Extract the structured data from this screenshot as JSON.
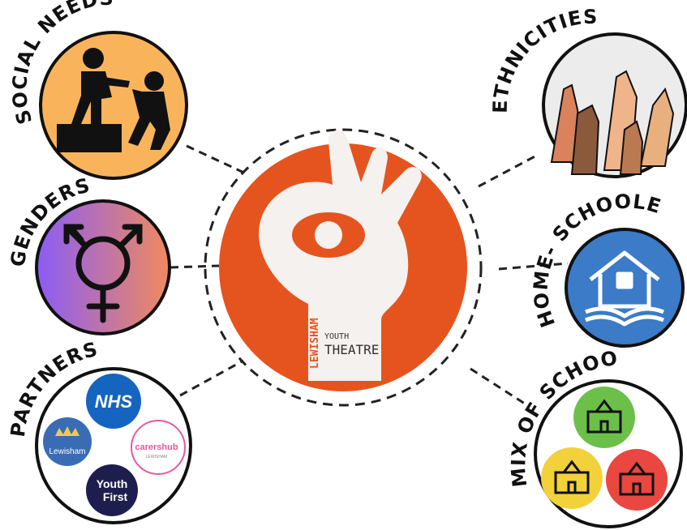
{
  "center": {
    "logo_word_vertical": "LEWISHAM",
    "logo_word_small": "YOUTH",
    "logo_word_big": "THEATRE",
    "bg_color": "#E5541F"
  },
  "nodes": {
    "social_needs": {
      "label": "SOCIAL NEEDS",
      "color": "#F9B45B"
    },
    "genders": {
      "label": "GENDERS",
      "gradient": [
        "#8B5CF6",
        "#F08A5D"
      ]
    },
    "partners": {
      "label": "PARTNERS",
      "logos": {
        "nhs": "NHS",
        "lewisham": "Lewisham",
        "carershub": "carershub",
        "carershub_sub": "LEWISHAM",
        "youth_first_1": "Youth",
        "youth_first_2": "First"
      }
    },
    "ethnicities": {
      "label": "ETHNICITIES"
    },
    "home_schooled": {
      "label": "HOME- SCHOOLED",
      "color": "#3B7BC8"
    },
    "mix_of_schools": {
      "label": "MIX OF SCHOOLS",
      "colors": [
        "#6CC04A",
        "#F2D13A",
        "#E9473F"
      ]
    }
  },
  "icons": {
    "social_needs": "people-helping-icon",
    "genders": "transgender-symbol-icon",
    "ethnicities": "raised-hands-icon",
    "home_schooled": "house-book-icon",
    "mix_of_schools": "school-building-icon"
  }
}
